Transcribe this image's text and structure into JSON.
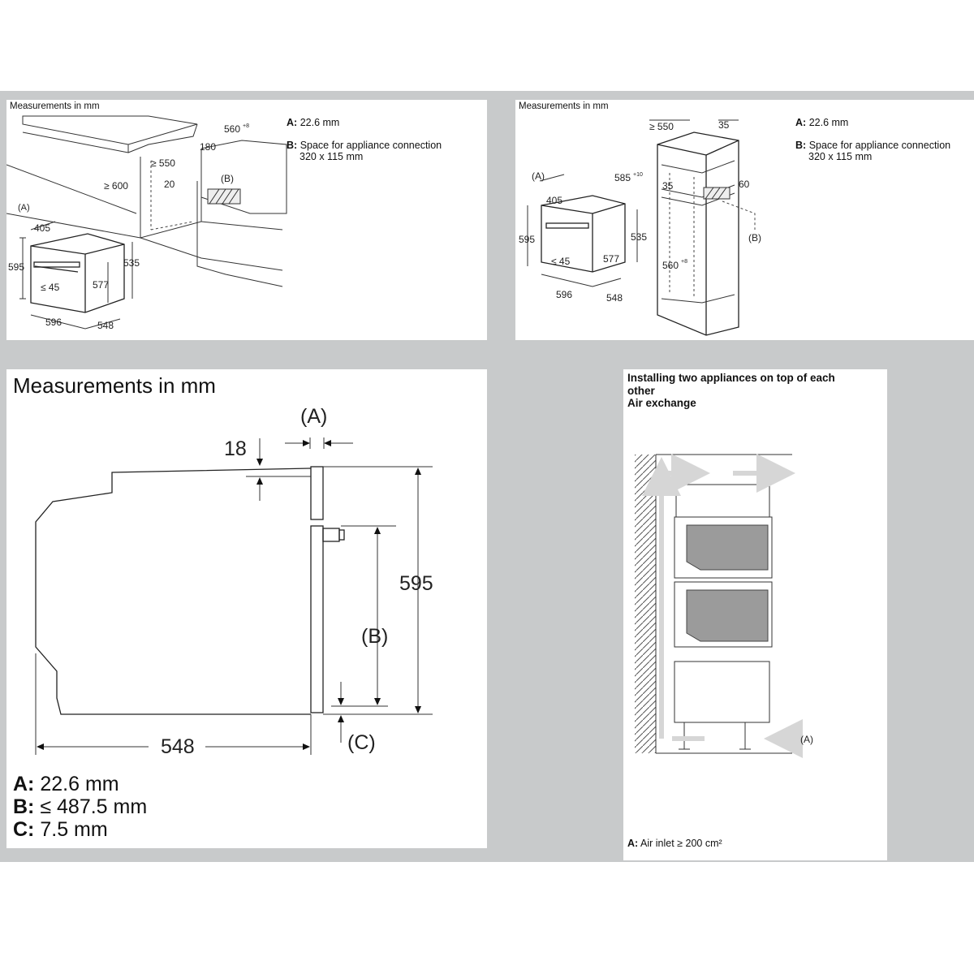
{
  "panels": {
    "p1": {
      "title": "Measurements in mm",
      "legend": {
        "a_key": "A:",
        "a_val": "22.6 mm",
        "b_key": "B:",
        "b_val": "Space for appliance connection",
        "b_val2": "320 x 115 mm"
      },
      "labels": {
        "d560": "560",
        "d560sup": "+8",
        "d180": "180",
        "d550": "≥ 550",
        "d600": "≥ 600",
        "d20": "20",
        "b": "(B)",
        "a": "(A)",
        "d405": "405",
        "d595": "595",
        "d535": "535",
        "d45": "≤ 45",
        "d577": "577",
        "d596": "596",
        "d548": "548"
      }
    },
    "p2": {
      "title": "Measurements in mm",
      "legend": {
        "a_key": "A:",
        "a_val": "22.6 mm",
        "b_key": "B:",
        "b_val": "Space for appliance connection",
        "b_val2": "320 x 115 mm"
      },
      "labels": {
        "d550": "≥ 550",
        "d35top": "35",
        "a": "(A)",
        "d585": "585",
        "d585sup": "+10",
        "d35": "35",
        "d60": "60",
        "d405": "405",
        "d595": "595",
        "d535": "535",
        "d45": "≤ 45",
        "d577": "577",
        "d560": "560",
        "d560sup": "+8",
        "b": "(B)",
        "d596": "596",
        "d548": "548"
      }
    },
    "p3": {
      "title": "Measurements in mm",
      "labels": {
        "a": "(A)",
        "d18": "18",
        "d595": "595",
        "b": "(B)",
        "d548": "548",
        "c": "(C)"
      },
      "legend": [
        {
          "key": "A:",
          "val": "22.6 mm"
        },
        {
          "key": "B:",
          "val": "≤ 487.5 mm"
        },
        {
          "key": "C:",
          "val": "7.5 mm"
        }
      ]
    },
    "p4": {
      "title_lines": [
        "Installing two appliances on top of each",
        "other",
        "Air exchange"
      ],
      "label_a": "(A)",
      "footer_key": "A:",
      "footer_val": "Air inlet ≥ 200 cm²"
    }
  }
}
